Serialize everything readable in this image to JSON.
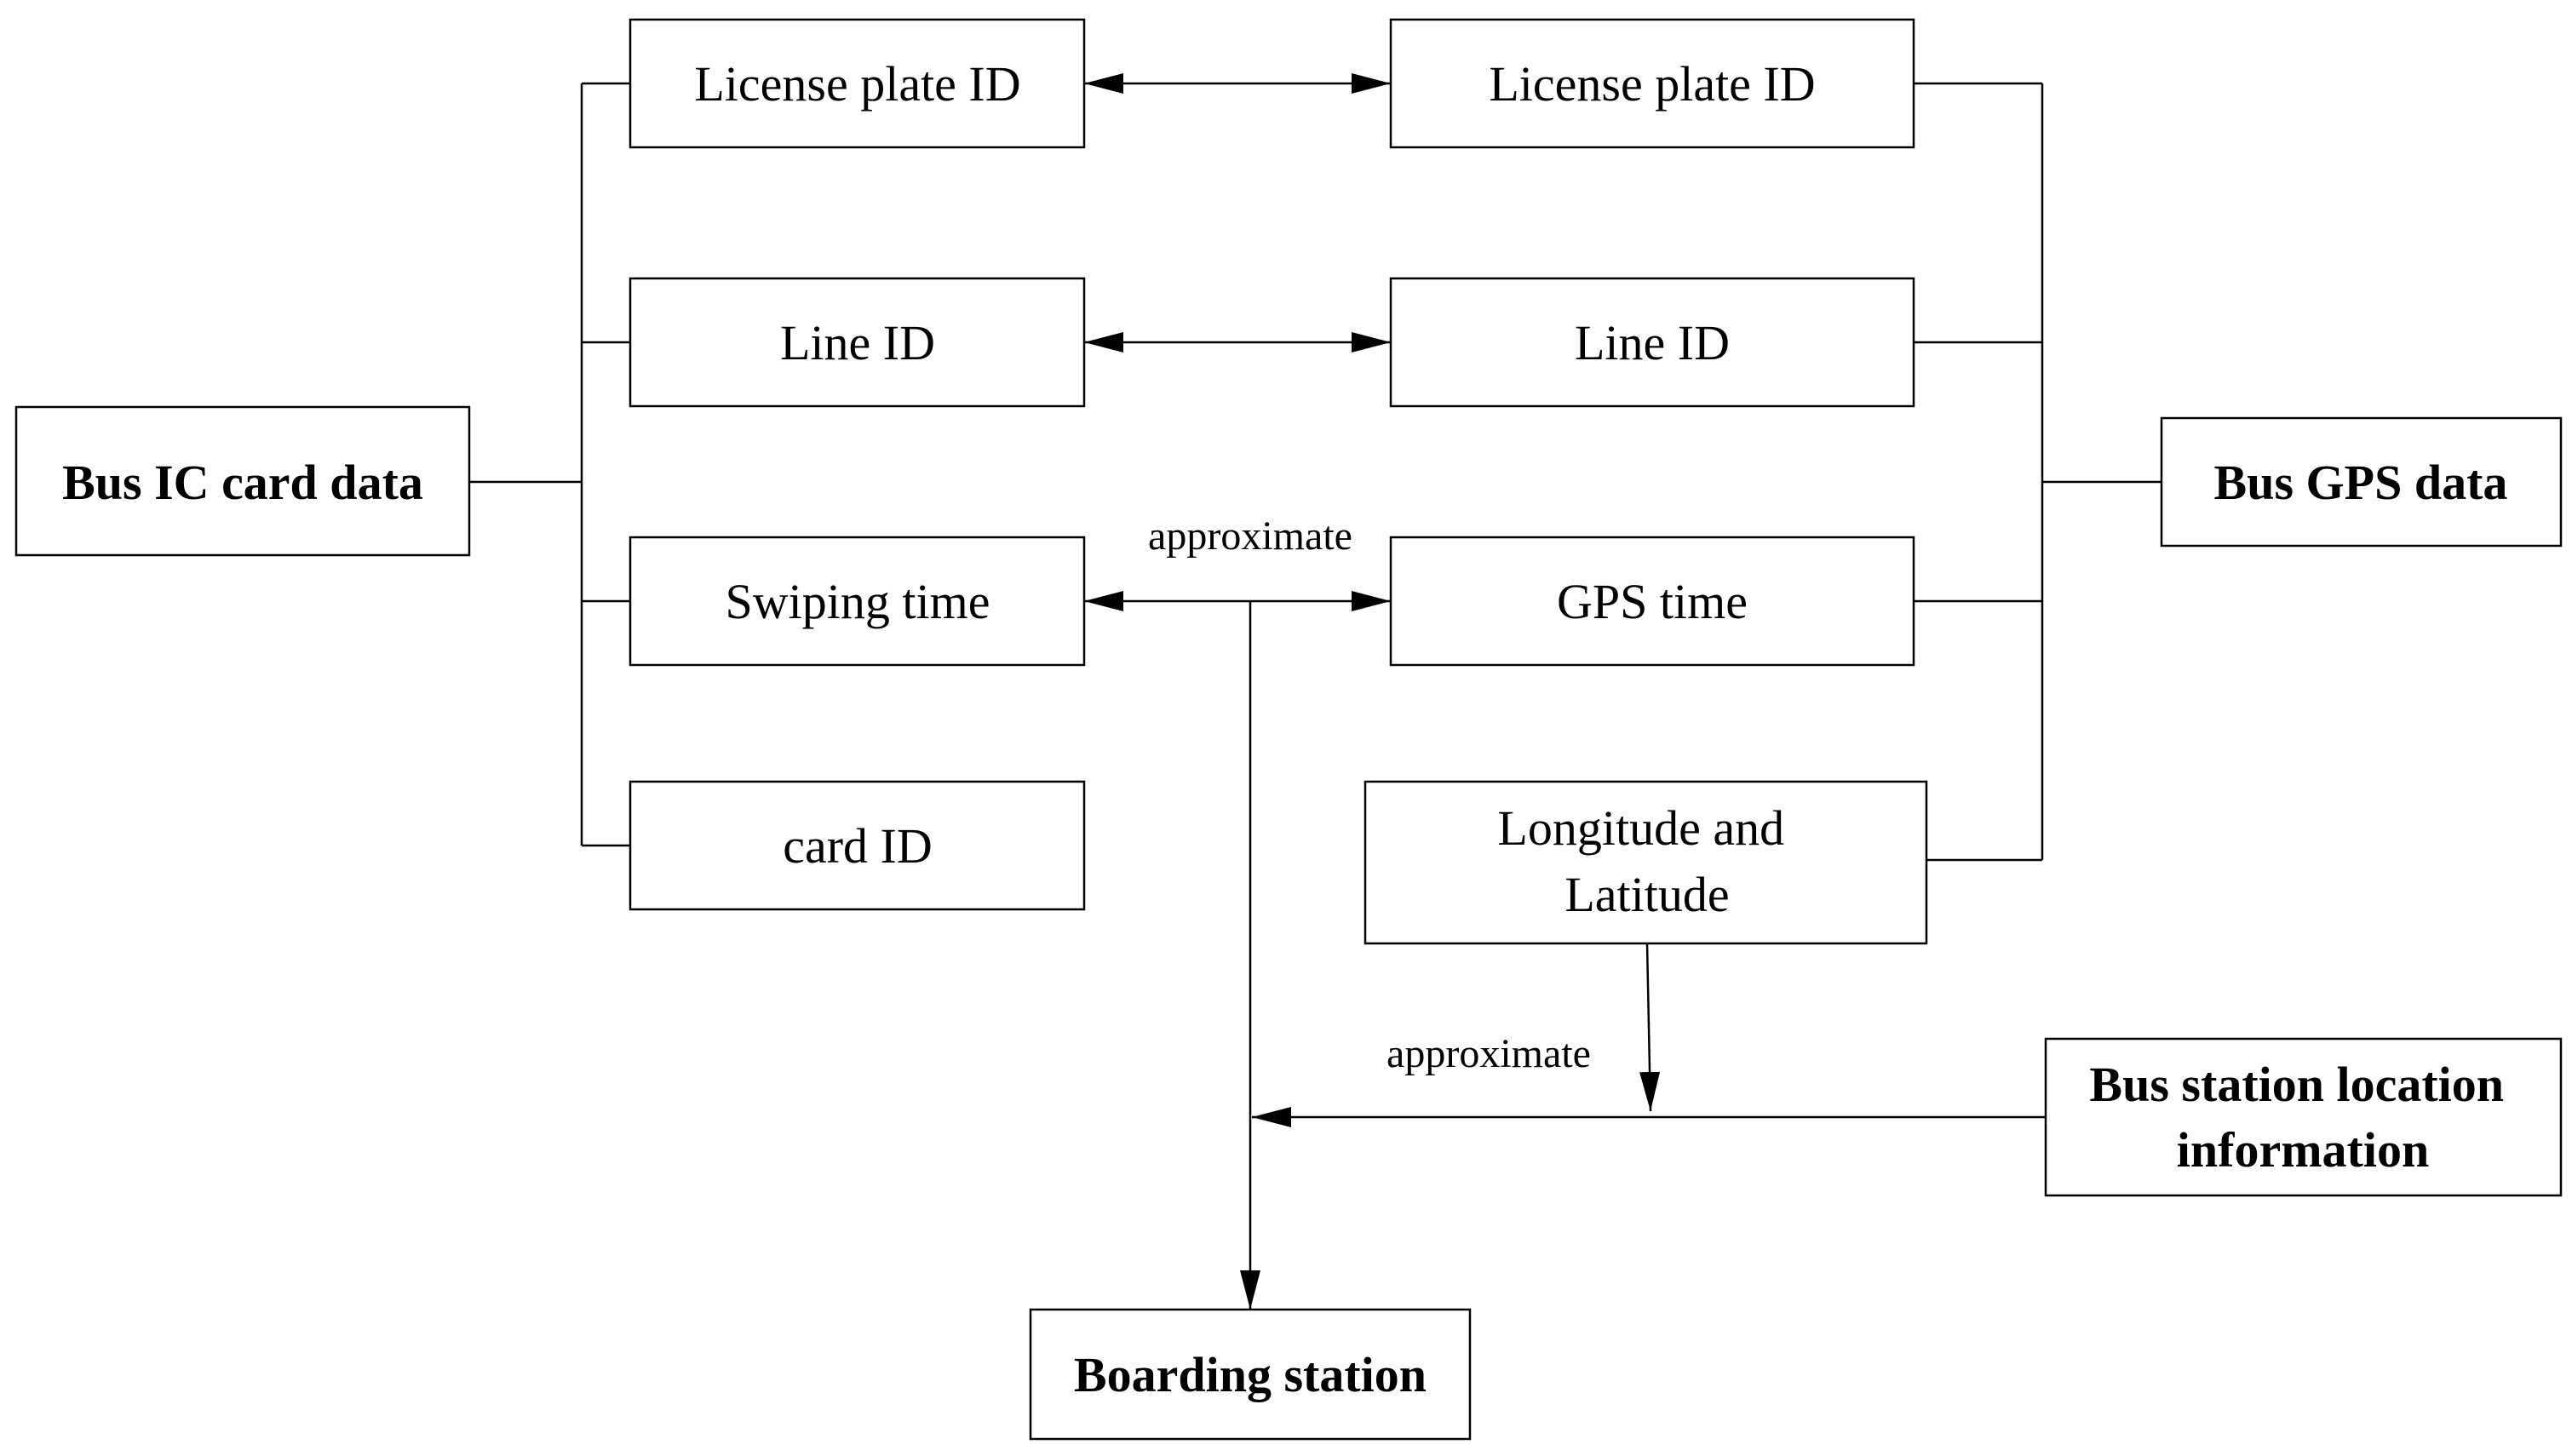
{
  "diagram": {
    "nodes": {
      "bus_ic_card_data": "Bus IC card data",
      "ic_license_plate_id": "License plate ID",
      "ic_line_id": "Line ID",
      "ic_swiping_time": "Swiping time",
      "ic_card_id": "card ID",
      "gps_license_plate_id": "License plate ID",
      "gps_line_id": "Line ID",
      "gps_time": "GPS time",
      "gps_longitude_latitude": [
        "Longitude and",
        "Latitude"
      ],
      "bus_gps_data": "Bus GPS data",
      "bus_station_location_information": [
        "Bus station location",
        "information"
      ],
      "boarding_station": "Boarding station"
    },
    "edge_labels": {
      "time_match": "approximate",
      "location_match": "approximate"
    },
    "edges": [
      {
        "from": "ic_license_plate_id",
        "to": "gps_license_plate_id",
        "type": "bidirectional"
      },
      {
        "from": "ic_line_id",
        "to": "gps_line_id",
        "type": "bidirectional"
      },
      {
        "from": "ic_swiping_time",
        "to": "gps_time",
        "type": "bidirectional",
        "label": "approximate"
      },
      {
        "from": "gps_longitude_latitude",
        "to": "bus_station_location_information",
        "type": "arrow",
        "label": "approximate"
      },
      {
        "from": "bus_station_location_information",
        "to": "boarding_station",
        "type": "arrow"
      },
      {
        "from": "ic_swiping_time",
        "to": "boarding_station",
        "type": "arrow"
      }
    ]
  }
}
